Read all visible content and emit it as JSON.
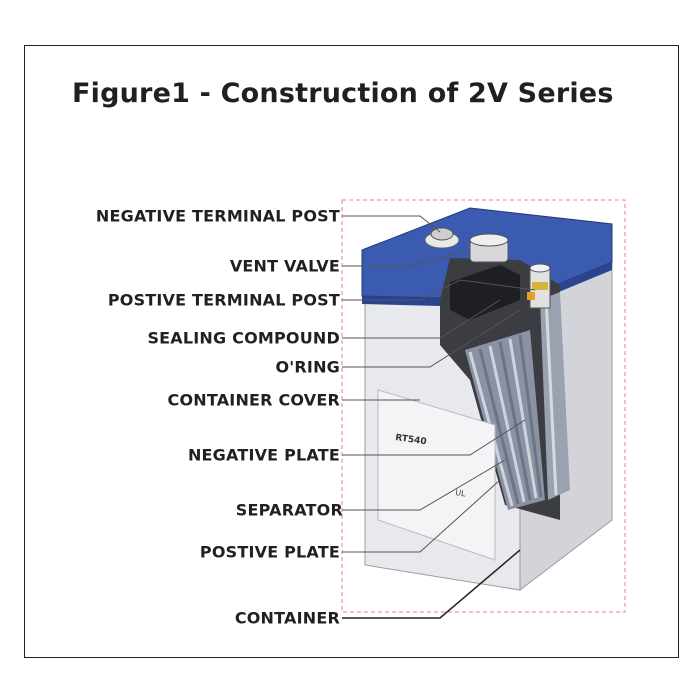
{
  "figure": {
    "title": "Figure1 - Construction of 2V Series",
    "labels": [
      {
        "id": "negative-terminal-post",
        "text": "NEGATIVE TERMINAL POST"
      },
      {
        "id": "vent-valve",
        "text": "VENT VALVE"
      },
      {
        "id": "postive-terminal-post",
        "text": "POSTIVE TERMINAL POST"
      },
      {
        "id": "sealing-compound",
        "text": "SEALING COMPOUND"
      },
      {
        "id": "o-ring",
        "text": "O'RING"
      },
      {
        "id": "container-cover",
        "text": "CONTAINER COVER"
      },
      {
        "id": "negative-plate",
        "text": "NEGATIVE PLATE"
      },
      {
        "id": "separator",
        "text": "SEPARATOR"
      },
      {
        "id": "postive-plate",
        "text": "POSTIVE PLATE"
      },
      {
        "id": "container",
        "text": "CONTAINER"
      }
    ],
    "battery_label": {
      "model": "RT540",
      "cert": "UL"
    },
    "colors": {
      "cover": "#3a5bb0",
      "container": "#e4e5e8",
      "plates": "#8a92a3",
      "leader": "#555555",
      "dash_box": "#e88080",
      "terminal": "#d9b23a"
    }
  }
}
